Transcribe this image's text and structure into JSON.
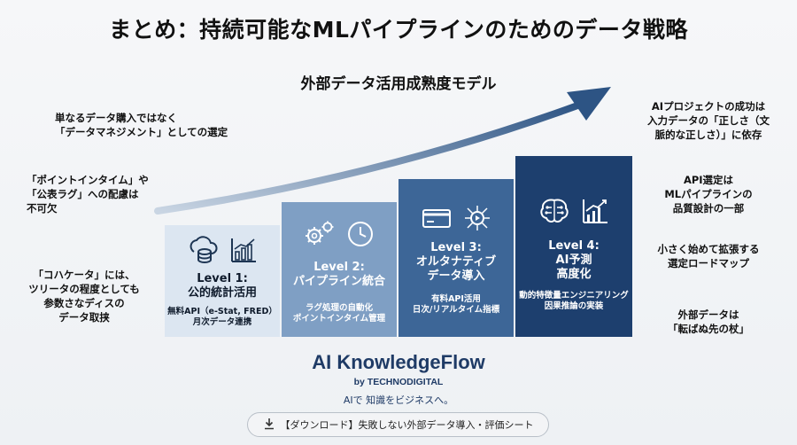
{
  "title": "まとめ：持続可能なMLパイプラインのためのデータ戦略",
  "subtitle": "外部データ活用成熟度モデル",
  "notes_left": [
    "単なるデータ購入ではなく\n「データマネジメント」としての選定",
    "「ポイントインタイム」や\n「公表ラグ」への配慮は\n不可欠",
    "「コハケータ」には、\nツリータの程度としても\n参数さなディスの\nデータ取挟"
  ],
  "notes_right": [
    "AIプロジェクトの成功は\n入力データの「正しさ（文\n脈的な正しさ）」に依存",
    "API選定は\nMLパイプラインの\n品質設計の一部",
    "小さく始めて拡張する\n選定ロードマップ",
    "外部データは\n「転ばぬ先の杖」"
  ],
  "levels": [
    {
      "name": "Level 1:\n公的統計活用",
      "desc": "無料API（e-Stat, FRED）\n月次データ連携",
      "color": "#dce6f1",
      "text_color": "#0e1a2b",
      "icons": [
        "cloud-database-icon",
        "bar-chart-icon"
      ]
    },
    {
      "name": "Level 2:\nパイプライン統合",
      "desc": "ラグ処理の自動化\nポイントインタイム管理",
      "color": "#7f9fc4",
      "text_color": "#ffffff",
      "icons": [
        "gears-icon",
        "clock-icon"
      ]
    },
    {
      "name": "Level 3:\nオルタナティブ\nデータ導入",
      "desc": "有料API活用\n日次/リアルタイム指標",
      "color": "#3d6697",
      "text_color": "#ffffff",
      "icons": [
        "credit-card-icon",
        "network-play-icon"
      ]
    },
    {
      "name": "Level 4:\nAI予測\n高度化",
      "desc": "動的特徴量エンジニアリング\n因果推論の実装",
      "color": "#1d3f6e",
      "text_color": "#ffffff",
      "icons": [
        "brain-icon",
        "growth-chart-icon"
      ]
    }
  ],
  "brand": {
    "name": "AI KnowledgeFlow",
    "by": "by TECHNODIGITAL",
    "tagline": "AIで 知識をビジネスへ。"
  },
  "download": {
    "label": "【ダウンロード】失敗しない外部データ導入・評価シート",
    "icon": "download-icon"
  }
}
